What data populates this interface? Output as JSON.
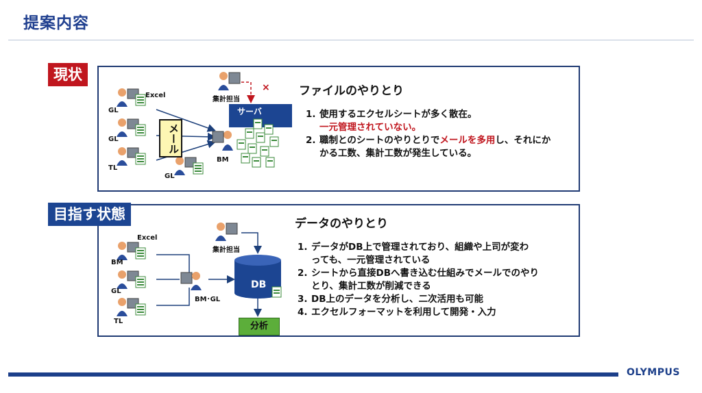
{
  "header": {
    "title": "提案内容"
  },
  "current": {
    "tag": "現状",
    "section_title": "ファイルのやりとり",
    "items": [
      {
        "num": "1.",
        "lines": [
          "使用するエクセルシートが多く散在。"
        ]
      },
      {
        "num": "",
        "lines": [
          "一元管理されていない。"
        ]
      },
      {
        "num": "2.",
        "lines": [
          "職制とのシートのやりとりで",
          "メールを多用",
          "し、それにか"
        ]
      },
      {
        "num": "",
        "lines": [
          "かる工数、集計工数が発生している。"
        ]
      }
    ],
    "diagram": {
      "excel_label": "Excel",
      "gl1": "GL",
      "gl2": "GL",
      "tl": "TL",
      "gl3": "GL",
      "mail": "メール",
      "bm": "BM",
      "server": "サーバ",
      "aggregator": "集計担当",
      "x_mark": "×"
    }
  },
  "target": {
    "tag": "目指す状態",
    "section_title": "データのやりとり",
    "items": [
      {
        "num": "1.",
        "line1": "データがDB上で管理されており、組織や上司が変わ",
        "line2": "っても、一元管理されている"
      },
      {
        "num": "2.",
        "line1": "シートから直接DBへ書き込む仕組みでメールでのやり",
        "line2": "とり、集計工数が削減できる"
      },
      {
        "num": "3.",
        "line1": "DB上のデータを分析し、二次活用も可能",
        "line2": ""
      },
      {
        "num": "4.",
        "line1": "エクセルフォーマットを利用して開発・入力",
        "line2": ""
      }
    ],
    "diagram": {
      "excel_label": "Excel",
      "bm": "BM",
      "gl": "GL",
      "tl": "TL",
      "bm_gl": "BM･GL",
      "aggregator": "集計担当",
      "db": "DB",
      "analysis": "分析"
    }
  },
  "footer": {
    "logo": "OLYMPUS"
  },
  "colors": {
    "navy": "#1c4592",
    "red": "#c0161e",
    "green": "#5cae3a"
  }
}
